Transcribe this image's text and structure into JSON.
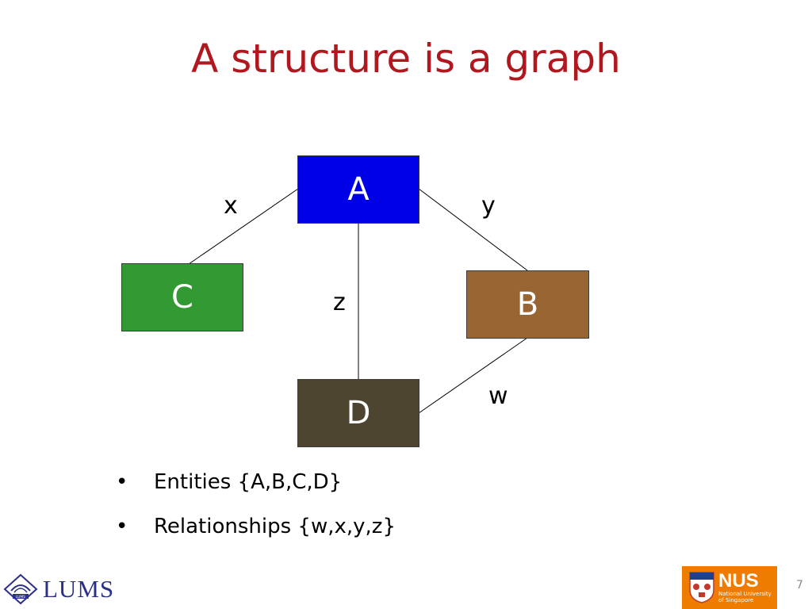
{
  "slide": {
    "title": "A structure is a graph",
    "page_number": "7"
  },
  "graph": {
    "nodes": [
      {
        "id": "A",
        "label": "A",
        "color": "#0000e6"
      },
      {
        "id": "C",
        "label": "C",
        "color": "#339933"
      },
      {
        "id": "B",
        "label": "B",
        "color": "#996633"
      },
      {
        "id": "D",
        "label": "D",
        "color": "#4d4530"
      }
    ],
    "edges": [
      {
        "from": "A",
        "to": "C",
        "label": "x"
      },
      {
        "from": "A",
        "to": "B",
        "label": "y"
      },
      {
        "from": "A",
        "to": "D",
        "label": "z"
      },
      {
        "from": "B",
        "to": "D",
        "label": "w"
      }
    ]
  },
  "bullets": [
    {
      "marker": "•",
      "text": "Entities {A,B,C,D}"
    },
    {
      "marker": "•",
      "text": "Relationships {w,x,y,z}"
    }
  ],
  "logos": {
    "left": {
      "text": "LUMS",
      "emblem_text": "LUMS",
      "color": "#2a2f8a"
    },
    "right": {
      "text": "NUS",
      "subtitle_line1": "National University",
      "subtitle_line2": "of Singapore",
      "color": "#ef7c00"
    }
  }
}
